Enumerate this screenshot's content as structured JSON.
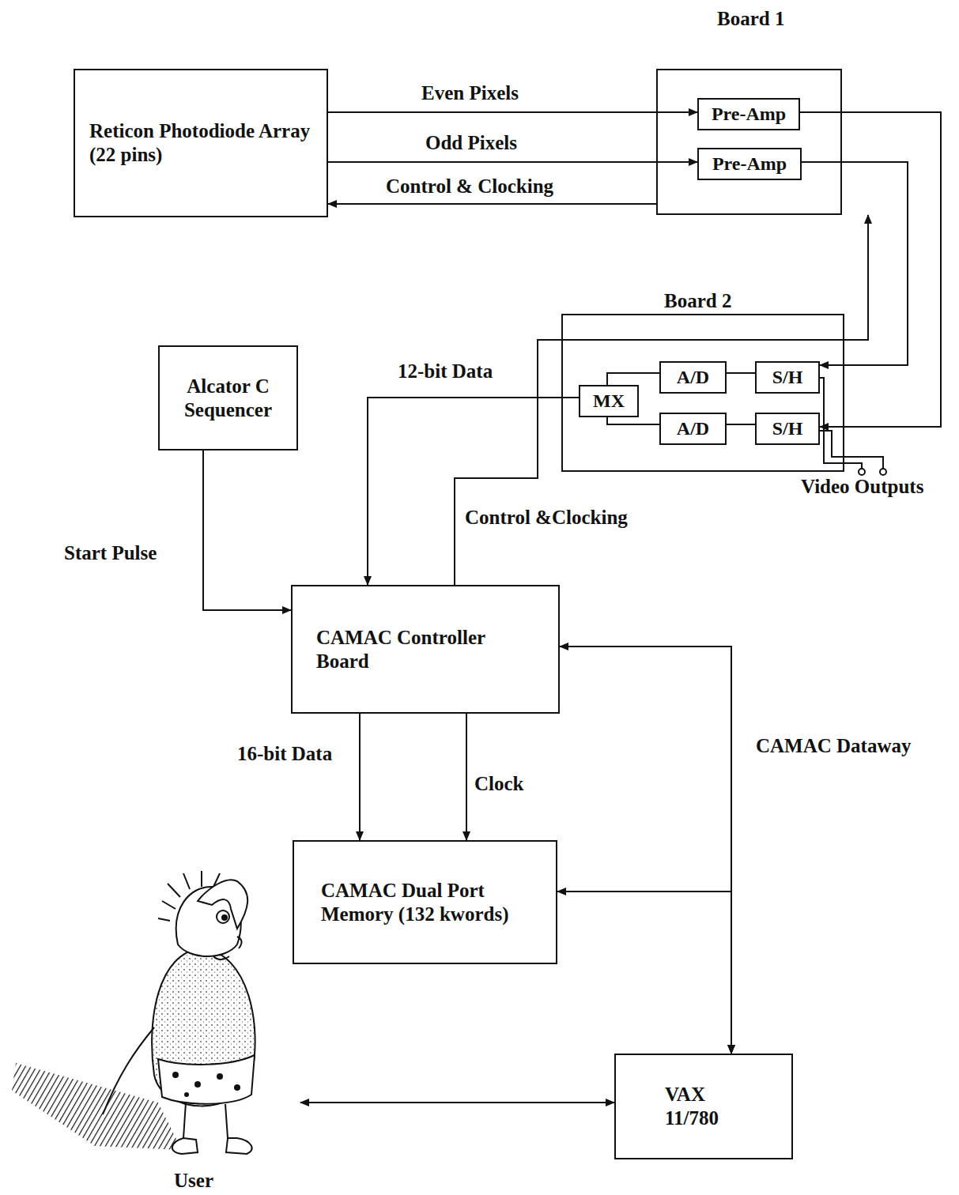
{
  "diagram": {
    "nodes": [
      {
        "text": [
          "Reticon Photodiode Array (22 pins)"
        ]
      },
      {
        "text": [
          "Board 1"
        ]
      },
      {
        "text": [
          "Pre-Amp"
        ],
        "in": 1
      },
      {
        "text": [
          "Pre-Amp"
        ],
        "in": 1
      },
      {
        "text": [
          "Board 2"
        ]
      },
      {
        "text": [
          "A/D"
        ],
        "in": 4
      },
      {
        "text": [
          "S/H"
        ],
        "in": 4
      },
      {
        "text": [
          "MX"
        ],
        "in": 4
      },
      {
        "text": [
          "A/D"
        ],
        "in": 4
      },
      {
        "text": [
          "S/H"
        ],
        "in": 4
      },
      {
        "text": [
          "Alcator C Sequencer"
        ]
      },
      {
        "text": [
          "CAMAC Controller Board"
        ]
      },
      {
        "text": [
          "CAMAC Dual Port Memory (132 kwords)"
        ]
      },
      {
        "text": [
          "VAX 11/780"
        ]
      },
      {
        "text": [
          "User"
        ]
      }
    ],
    "edges": [
      {
        "from": 0,
        "to": 2,
        "label": "Even Pixels",
        "arrow": "to"
      },
      {
        "from": 0,
        "to": 3,
        "label": "Odd Pixels",
        "arrow": "to"
      },
      {
        "from": 1,
        "to": 0,
        "label": "Control & Clocking",
        "arrow": "to"
      },
      {
        "from": 2,
        "to": 9,
        "arrow": "to"
      },
      {
        "from": 3,
        "to": 6,
        "arrow": "to"
      },
      {
        "from": 6,
        "to": 5,
        "arrow": "none"
      },
      {
        "from": 9,
        "to": 8,
        "arrow": "none"
      },
      {
        "from": 5,
        "to": 7,
        "arrow": "none"
      },
      {
        "from": 8,
        "to": 7,
        "arrow": "none"
      },
      {
        "from": 7,
        "to": 11,
        "label": "12-bit Data",
        "arrow": "to"
      },
      {
        "from": 11,
        "to": 1,
        "label": "Control &Clocking",
        "arrow": "to"
      },
      {
        "from": 10,
        "to": 11,
        "label": "Start Pulse",
        "arrow": "to"
      },
      {
        "from": 11,
        "to": 12,
        "label": "16-bit Data",
        "arrow": "to"
      },
      {
        "from": 11,
        "to": 12,
        "label": "Clock",
        "arrow": "to"
      },
      {
        "from": 13,
        "to": 11,
        "arrow": "both"
      },
      {
        "from": 13,
        "to": 12,
        "arrow": "both"
      },
      {
        "from": 14,
        "to": 13,
        "arrow": "both"
      }
    ],
    "labels": [
      "Video Outputs",
      "CAMAC Dataway"
    ]
  }
}
